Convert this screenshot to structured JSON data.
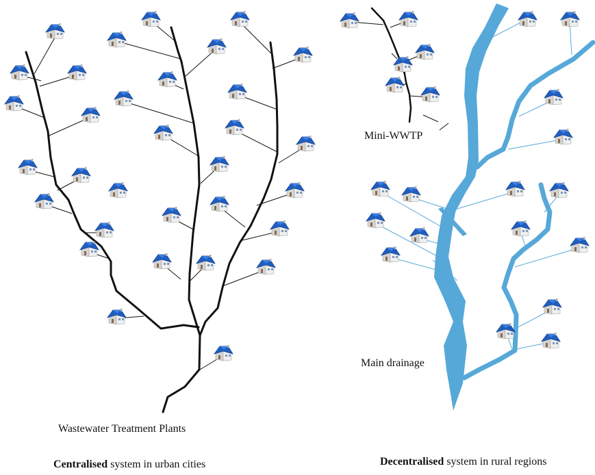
{
  "labels": {
    "mini_wwtp": "Mini-WWTP",
    "main_drainage": "Main drainage",
    "wwtp": "Wastewater Treatment Plants"
  },
  "captions": {
    "left_bold": "Centralised",
    "left_rest": " system in urban cities",
    "right_bold": "Decentralised",
    "right_rest": " system in rural regions"
  },
  "colors": {
    "sewer": "#111111",
    "drainage": "#56a8d8",
    "roof": "#1f5fc2",
    "roof_dark": "#123f8c",
    "wall": "#ececec",
    "wall_shade": "#c9c9c9",
    "door": "#8a6a4a"
  },
  "icons": {
    "house": "house-icon"
  }
}
